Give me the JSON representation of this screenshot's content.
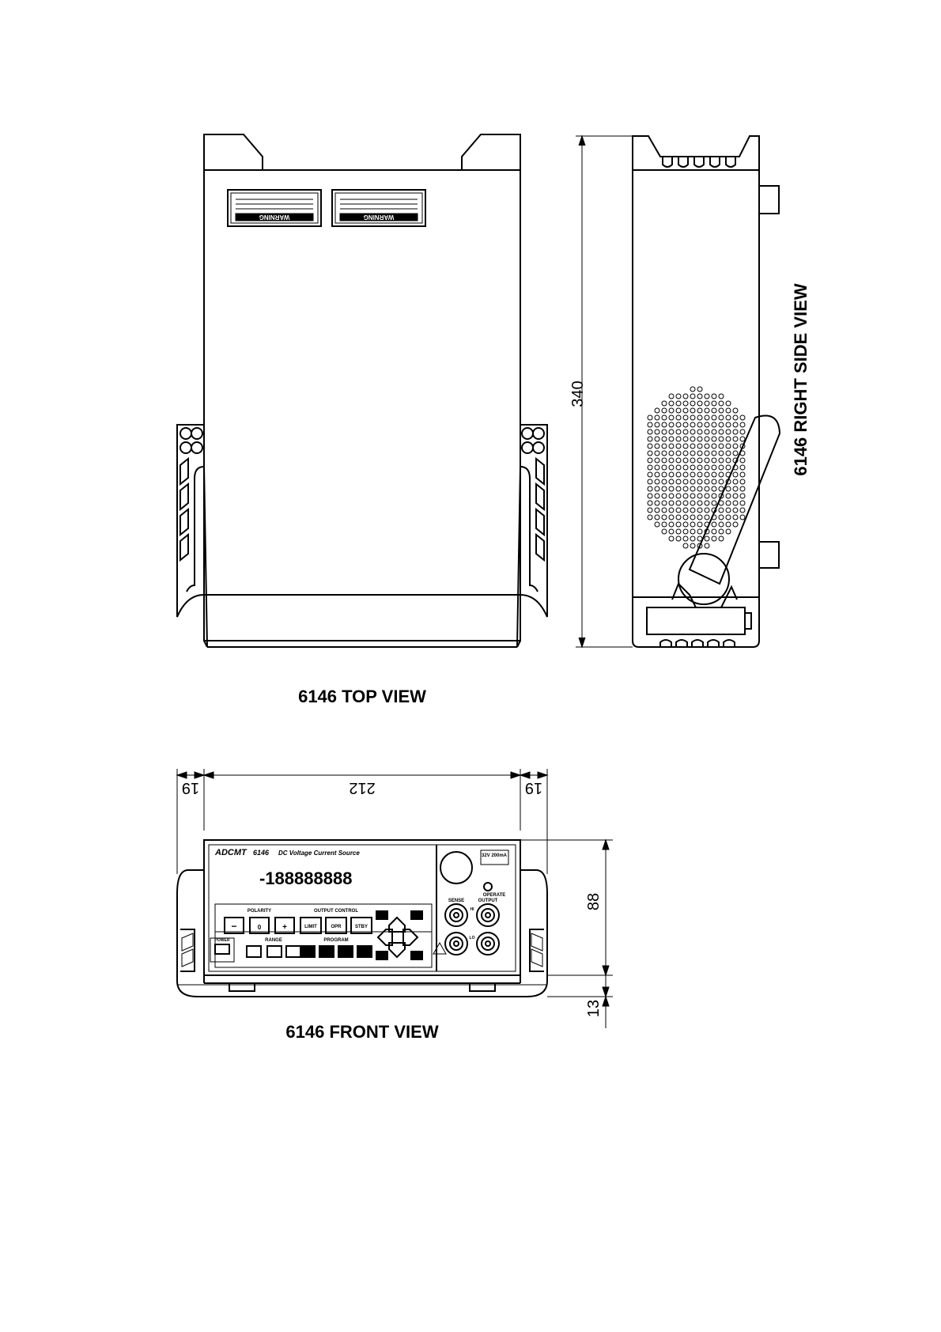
{
  "views": {
    "top_title": "6146  TOP  VIEW",
    "side_title": "6146  RIGHT  SIDE  VIEW",
    "front_title": "6146  FRONT  VIEW"
  },
  "dimensions": {
    "depth": "340",
    "left_margin": "19",
    "width": "212",
    "right_margin": "19",
    "height": "88",
    "foot": "13"
  },
  "warning_labels": {
    "label_left": "WARNING",
    "label_right": "WARNING"
  },
  "front_panel": {
    "brand": "ADCMT",
    "model": "6146",
    "description": "DC Voltage Current Source",
    "display_digits": "-188888888",
    "rating": "32V\n200mA",
    "operate": "OPERATE",
    "sense": "SENSE",
    "output": "OUTPUT",
    "polarity": "POLARITY",
    "output_control": "OUTPUT CONTROL",
    "range": "RANGE",
    "program": "PROGRAM",
    "power": "POWER",
    "btn_minus": "−",
    "btn_zero": "0",
    "btn_plus": "+",
    "btn_limit": "LIMIT",
    "btn_opr": "OPR",
    "btn_stby": "STBY",
    "hi": "HI",
    "lo": "LO"
  },
  "icons": {
    "warning": "warning-triangle-icon",
    "terminal": "binding-post-icon",
    "arrows": "arrow-key-icon"
  }
}
